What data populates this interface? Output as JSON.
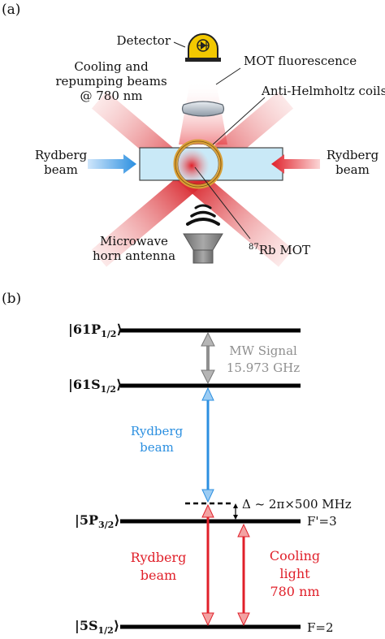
{
  "panel_a": {
    "label": "(a)",
    "detector": "Detector",
    "cooling_line1": "Cooling and",
    "cooling_line2": "repumping beams",
    "cooling_line3": "@ 780 nm",
    "mot_fluorescence": "MOT fluorescence",
    "anti_helmholtz": "Anti-Helmholtz coils",
    "rydberg_left_line1": "Rydberg",
    "rydberg_left_line2": "beam",
    "rydberg_right_line1": "Rydberg",
    "rydberg_right_line2": "beam",
    "horn_line1": "Microwave",
    "horn_line2": "horn antenna",
    "mot_sup": "87",
    "mot_text": "Rb MOT"
  },
  "panel_b": {
    "label": "(b)",
    "levels": [
      {
        "base": "|61P",
        "sub": "1/2",
        "close": "⟩"
      },
      {
        "base": "|61S",
        "sub": "1/2",
        "close": "⟩"
      },
      {
        "base": "|5P",
        "sub": "3/2",
        "close": "⟩"
      },
      {
        "base": "|5S",
        "sub": "1/2",
        "close": "⟩"
      }
    ],
    "mw_line1": "MW Signal",
    "mw_line2": "15.973 GHz",
    "rydberg_upper_line1": "Rydberg",
    "rydberg_upper_line2": "beam",
    "detuning": "Δ ~ 2π×500 MHz",
    "f_prime": "F'=3",
    "f": "F=2",
    "rydberg_lower_line1": "Rydberg",
    "rydberg_lower_line2": "beam",
    "cooling_line1": "Cooling",
    "cooling_line2": "light",
    "cooling_line3": "780 nm"
  },
  "colors": {
    "cooling_beam": "#d8232a",
    "rydberg_blue": "#2b8fe0",
    "rydberg_red": "#e0202a",
    "mw_gray": "#8f8f8f",
    "cell": "#c9e9f7",
    "coil": "#d9a037",
    "detector": "#f2c800",
    "horn": "#8a8a8a"
  }
}
